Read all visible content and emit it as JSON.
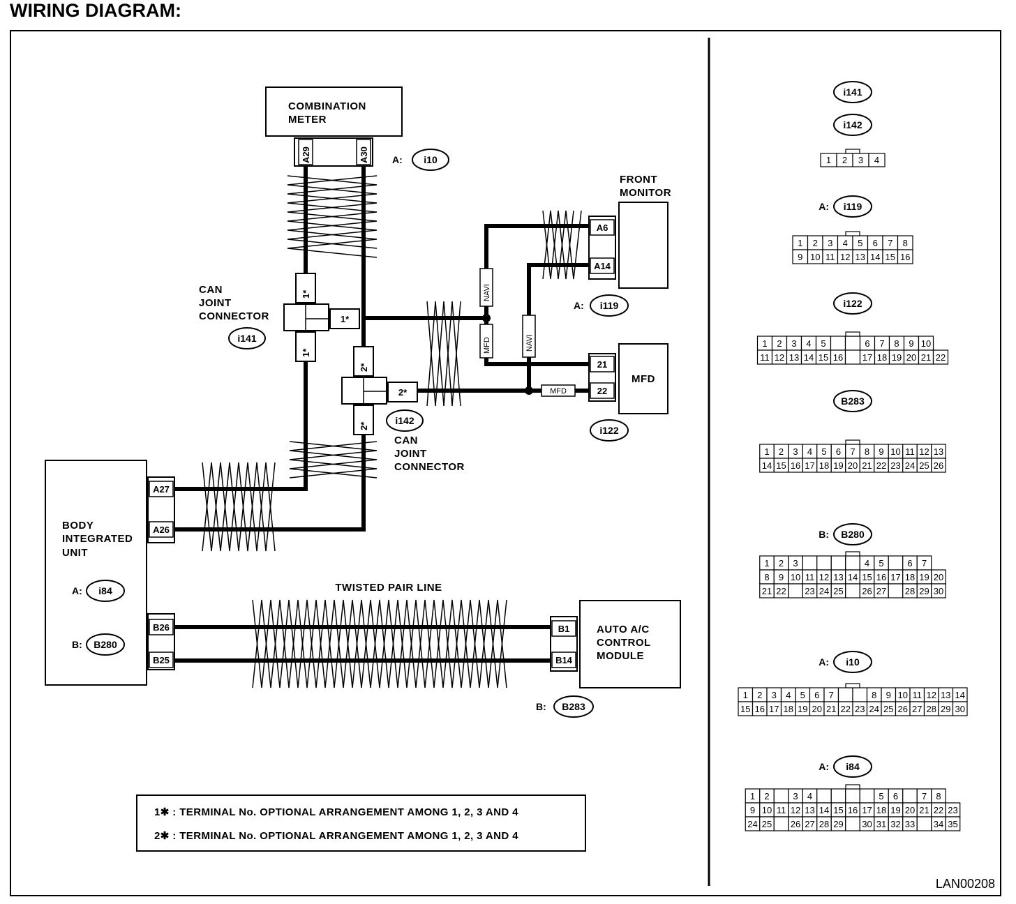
{
  "title": "WIRING DIAGRAM:",
  "reference_code": "LAN00208",
  "components": {
    "combination_meter": [
      "COMBINATION",
      "METER"
    ],
    "front_monitor": [
      "FRONT",
      "MONITOR"
    ],
    "mfd": "MFD",
    "body_integrated_unit": [
      "BODY",
      "INTEGRATED",
      "UNIT"
    ],
    "auto_ac": [
      "AUTO A/C",
      "CONTROL",
      "MODULE"
    ],
    "can_joint_1": [
      "CAN",
      "JOINT",
      "CONNECTOR"
    ],
    "can_joint_2": [
      "CAN",
      "JOINT",
      "CONNECTOR"
    ],
    "twisted_pair": "TWISTED PAIR LINE"
  },
  "connector_refs": {
    "meter": {
      "prefix": "A:",
      "id": "i10"
    },
    "front_monitor": {
      "prefix": "A:",
      "id": "i119"
    },
    "mfd": {
      "prefix": "",
      "id": "i122"
    },
    "can1": {
      "prefix": "",
      "id": "i141"
    },
    "can2": {
      "prefix": "",
      "id": "i142"
    },
    "biu_a": {
      "prefix": "A:",
      "id": "i84"
    },
    "biu_b": {
      "prefix": "B:",
      "id": "B280"
    },
    "ac": {
      "prefix": "B:",
      "id": "B283"
    }
  },
  "terminals": {
    "meter_left": "A29",
    "meter_right": "A30",
    "fm_top": "A6",
    "fm_bottom": "A14",
    "mfd_top": "21",
    "mfd_bottom": "22",
    "biu_a27": "A27",
    "biu_a26": "A26",
    "biu_b26": "B26",
    "biu_b25": "B25",
    "ac_b1": "B1",
    "ac_b14": "B14",
    "j1_top": "1*",
    "j1_right": "1*",
    "j1_bottom": "1*",
    "j2_top": "2*",
    "j2_right": "2*",
    "j2_bottom": "2*"
  },
  "wire_tags": {
    "navi_1": "NAVI",
    "navi_2": "NAVI",
    "mfd_v": "MFD",
    "mfd_h": "MFD"
  },
  "notes": [
    "1✱ : TERMINAL No. OPTIONAL ARRANGEMENT AMONG 1, 2, 3 AND 4",
    "2✱ : TERMINAL No. OPTIONAL ARRANGEMENT AMONG 1, 2, 3 AND 4"
  ],
  "connector_faces": [
    {
      "ids": [
        "i141",
        "i142"
      ],
      "prefix": "",
      "rows": [
        [
          "1",
          "2",
          "3",
          "4"
        ]
      ]
    },
    {
      "ids": [
        "i119"
      ],
      "prefix": "A:",
      "rows": [
        [
          "1",
          "2",
          "3",
          "4",
          "5",
          "6",
          "7",
          "8"
        ],
        [
          "9",
          "10",
          "11",
          "12",
          "13",
          "14",
          "15",
          "16"
        ]
      ]
    },
    {
      "ids": [
        "i122"
      ],
      "prefix": "",
      "rows": [
        [
          "1",
          "2",
          "3",
          "4",
          "5",
          "",
          "",
          "6",
          "7",
          "8",
          "9",
          "10"
        ],
        [
          "11",
          "12",
          "13",
          "14",
          "15",
          "16",
          "",
          "17",
          "18",
          "19",
          "20",
          "21",
          "22"
        ]
      ]
    },
    {
      "ids": [
        "B283"
      ],
      "prefix": "",
      "rows": [
        [
          "1",
          "2",
          "3",
          "4",
          "5",
          "6",
          "7",
          "8",
          "9",
          "10",
          "11",
          "12",
          "13"
        ],
        [
          "14",
          "15",
          "16",
          "17",
          "18",
          "19",
          "20",
          "21",
          "22",
          "23",
          "24",
          "25",
          "26"
        ]
      ]
    },
    {
      "ids": [
        "B280"
      ],
      "prefix": "B:",
      "rows": [
        [
          "1",
          "2",
          "3",
          "",
          "",
          "",
          "",
          "4",
          "5",
          "",
          "6",
          "7"
        ],
        [
          "8",
          "9",
          "10",
          "11",
          "12",
          "13",
          "14",
          "15",
          "16",
          "17",
          "18",
          "19",
          "20"
        ],
        [
          "21",
          "22",
          "",
          "23",
          "24",
          "25",
          "",
          "26",
          "27",
          "",
          "28",
          "29",
          "30"
        ]
      ]
    },
    {
      "ids": [
        "i10"
      ],
      "prefix": "A:",
      "rows": [
        [
          "1",
          "2",
          "3",
          "4",
          "5",
          "6",
          "7",
          "",
          "",
          "8",
          "9",
          "10",
          "11",
          "12",
          "13",
          "14"
        ],
        [
          "15",
          "16",
          "17",
          "18",
          "19",
          "20",
          "21",
          "22",
          "23",
          "24",
          "25",
          "26",
          "27",
          "28",
          "29",
          "30"
        ]
      ]
    },
    {
      "ids": [
        "i84"
      ],
      "prefix": "A:",
      "rows": [
        [
          "1",
          "2",
          "",
          "3",
          "4",
          "",
          "",
          "",
          "",
          "5",
          "6",
          "",
          "7",
          "8"
        ],
        [
          "9",
          "10",
          "11",
          "12",
          "13",
          "14",
          "15",
          "16",
          "17",
          "18",
          "19",
          "20",
          "21",
          "22",
          "23"
        ],
        [
          "24",
          "25",
          "",
          "26",
          "27",
          "28",
          "29",
          "",
          "30",
          "31",
          "32",
          "33",
          "",
          "34",
          "35"
        ]
      ]
    }
  ]
}
